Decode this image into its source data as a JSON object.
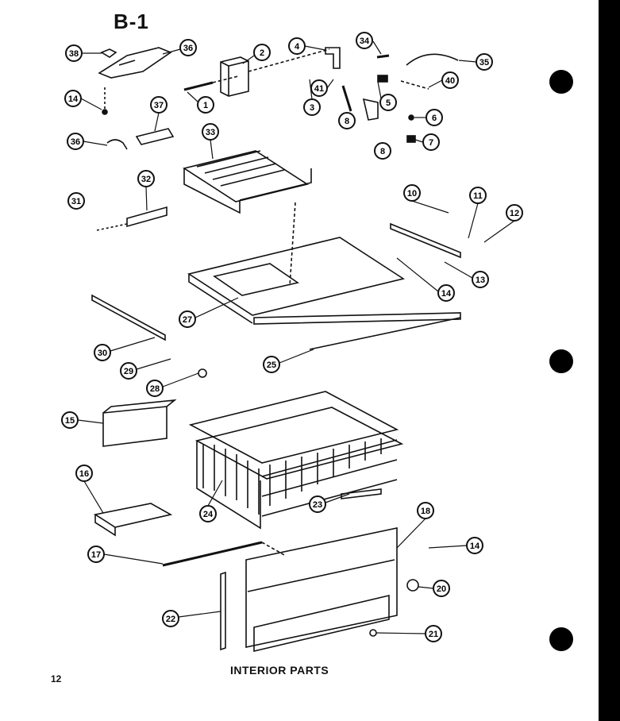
{
  "figure": {
    "title": "B-1",
    "caption": "INTERIOR PARTS",
    "page_number": "12"
  },
  "part_labels": [
    "1",
    "2",
    "3",
    "4",
    "5",
    "6",
    "7",
    "8",
    "8",
    "10",
    "11",
    "12",
    "13",
    "14",
    "14",
    "14",
    "15",
    "16",
    "17",
    "18",
    "20",
    "21",
    "22",
    "23",
    "24",
    "25",
    "27",
    "28",
    "29",
    "30",
    "31",
    "32",
    "33",
    "34",
    "35",
    "36",
    "36",
    "37",
    "38",
    "40",
    "41"
  ],
  "colors": {
    "ink": "#111111",
    "paper": "#ffffff"
  }
}
